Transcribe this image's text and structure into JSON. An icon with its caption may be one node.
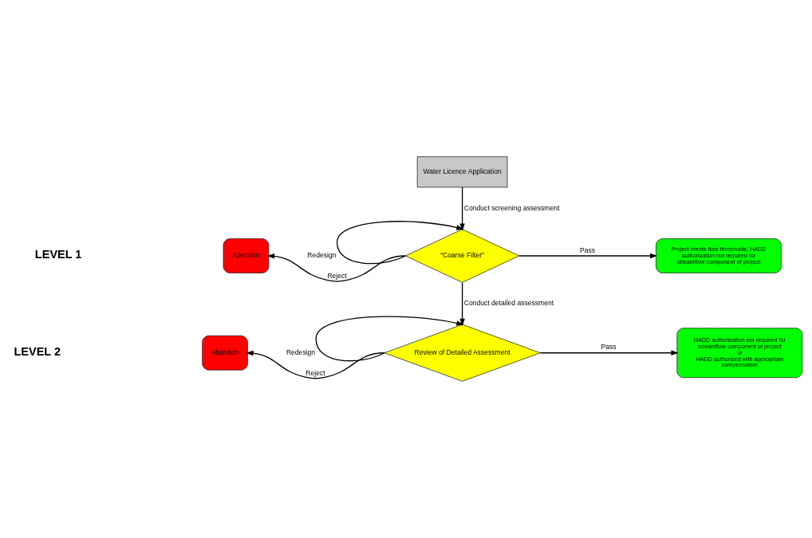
{
  "diagram": {
    "nodes": [
      {
        "text": [
          "Water Licence Application"
        ]
      },
      {
        "text": [
          "“Coarse Filter”"
        ]
      },
      {
        "text": [
          "Abandon"
        ]
      },
      {
        "text": [
          "Project meets flow thresholds; HADD authorization not required for streamflow component of project"
        ]
      },
      {
        "text": [
          "Review of Detailed Assessment"
        ]
      },
      {
        "text": [
          "Abandon"
        ]
      },
      {
        "text": [
          "HADD authorization not required for streamflow component of project",
          "or",
          "HADD authorized with appropriate compensation"
        ]
      }
    ],
    "edges": [
      {
        "from": 0,
        "to": 1,
        "arrow": "to",
        "label": "Conduct screening assessment"
      },
      {
        "from": 1,
        "to": 1,
        "arrow": "to",
        "label": "Redesign"
      },
      {
        "from": 1,
        "to": 2,
        "arrow": "to",
        "label": "Reject"
      },
      {
        "from": 1,
        "to": 3,
        "arrow": "to",
        "label": "Pass"
      },
      {
        "from": 1,
        "to": 4,
        "arrow": "to",
        "label": "Conduct detailed assessment"
      },
      {
        "from": 4,
        "to": 4,
        "arrow": "to",
        "label": "Redesign"
      },
      {
        "from": 4,
        "to": 5,
        "arrow": "to",
        "label": "Reject"
      },
      {
        "from": 4,
        "to": 6,
        "arrow": "to",
        "label": "Pass"
      }
    ],
    "labels": [
      "LEVEL 1",
      "LEVEL 2"
    ]
  }
}
